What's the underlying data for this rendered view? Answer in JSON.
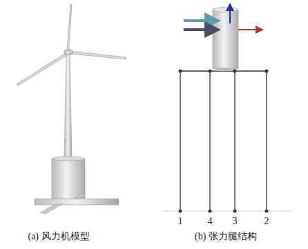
{
  "diagram": {
    "labels": [
      "1",
      "4",
      "3",
      "2",
      "(a) 风力机模型",
      "(b) 张力腿结构"
    ]
  }
}
